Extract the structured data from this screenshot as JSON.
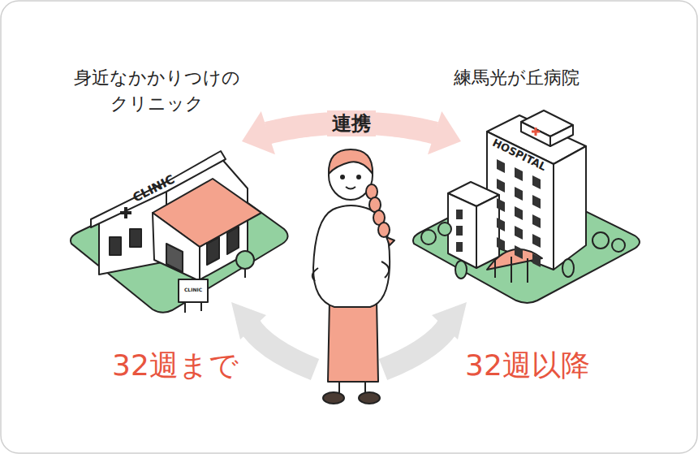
{
  "diagram": {
    "nodes": [
      {
        "text": [
          "身近なかかりつけの クリニック"
        ]
      },
      {
        "text": [
          "練馬光が丘病院"
        ]
      }
    ],
    "edges": [
      {
        "from": 0,
        "to": 1,
        "label": "連携",
        "arrow": "both"
      }
    ],
    "labels": [
      "CLINIC",
      "CLINIC",
      "HOSPITAL",
      "32週まで",
      "32週以降"
    ]
  }
}
